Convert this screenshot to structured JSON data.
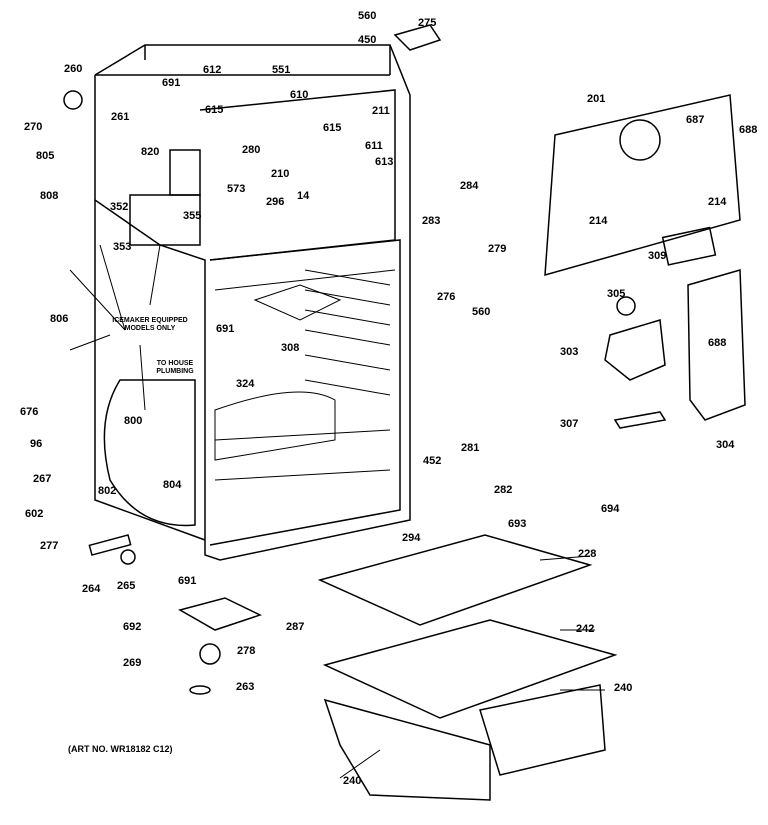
{
  "diagram": {
    "notes": {
      "icemaker": "ICEMAKER EQUIPPED MODELS ONLY",
      "plumbing": "TO HOUSE PLUMBING",
      "art_number": "(ART NO. WR18182 C12)"
    },
    "part_labels": [
      "560",
      "275",
      "450",
      "260",
      "691",
      "612",
      "551",
      "270",
      "261",
      "615",
      "610",
      "211",
      "201",
      "687",
      "688",
      "805",
      "820",
      "615",
      "611",
      "280",
      "613",
      "210",
      "573",
      "284",
      "808",
      "296",
      "14",
      "214",
      "214",
      "352",
      "355",
      "283",
      "279",
      "353",
      "309",
      "806",
      "691",
      "276",
      "560",
      "305",
      "308",
      "303",
      "688",
      "324",
      "676",
      "307",
      "304",
      "96",
      "800",
      "281",
      "452",
      "267",
      "804",
      "802",
      "282",
      "694",
      "602",
      "693",
      "294",
      "277",
      "228",
      "691",
      "264",
      "265",
      "692",
      "287",
      "242",
      "269",
      "278",
      "263",
      "240",
      "240"
    ]
  }
}
